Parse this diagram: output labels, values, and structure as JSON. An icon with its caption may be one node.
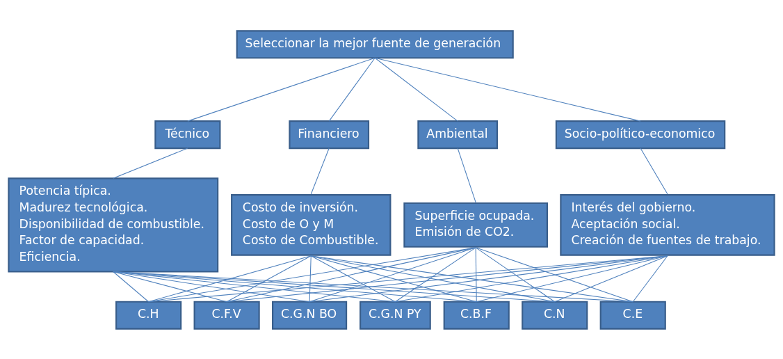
{
  "diagram": {
    "nodes": [
      {
        "text": [
          "Seleccionar la mejor fuente de generación"
        ]
      },
      {
        "text": [
          "Técnico"
        ]
      },
      {
        "text": [
          "Financiero"
        ]
      },
      {
        "text": [
          "Ambiental"
        ]
      },
      {
        "text": [
          "Socio-político-economico"
        ]
      },
      {
        "text": [
          "Potencia típica.",
          "Madurez tecnológica.",
          "Disponibilidad de combustible.",
          "Factor de capacidad.",
          "Eficiencia."
        ]
      },
      {
        "text": [
          "Costo de inversión.",
          "Costo de O y M",
          "Costo de Combustible."
        ]
      },
      {
        "text": [
          "Superficie ocupada.",
          "Emisión de CO2."
        ]
      },
      {
        "text": [
          "Interés del gobierno.",
          "Aceptación social.",
          "Creación de fuentes de trabajo."
        ]
      },
      {
        "text": [
          "C.H"
        ]
      },
      {
        "text": [
          "C.F.V"
        ]
      },
      {
        "text": [
          "C.G.N BO"
        ]
      },
      {
        "text": [
          "C.G.N PY"
        ]
      },
      {
        "text": [
          "C.B.F"
        ]
      },
      {
        "text": [
          "C.N"
        ]
      },
      {
        "text": [
          "C.E"
        ]
      }
    ],
    "edges": [
      {
        "from": 0,
        "to": 1,
        "arrow": "none"
      },
      {
        "from": 0,
        "to": 2,
        "arrow": "none"
      },
      {
        "from": 0,
        "to": 3,
        "arrow": "none"
      },
      {
        "from": 0,
        "to": 4,
        "arrow": "none"
      },
      {
        "from": 1,
        "to": 5,
        "arrow": "none"
      },
      {
        "from": 2,
        "to": 6,
        "arrow": "none"
      },
      {
        "from": 3,
        "to": 7,
        "arrow": "none"
      },
      {
        "from": 4,
        "to": 8,
        "arrow": "none"
      },
      {
        "from": 5,
        "to": 9,
        "arrow": "none"
      },
      {
        "from": 5,
        "to": 10,
        "arrow": "none"
      },
      {
        "from": 5,
        "to": 11,
        "arrow": "none"
      },
      {
        "from": 5,
        "to": 12,
        "arrow": "none"
      },
      {
        "from": 5,
        "to": 13,
        "arrow": "none"
      },
      {
        "from": 5,
        "to": 14,
        "arrow": "none"
      },
      {
        "from": 5,
        "to": 15,
        "arrow": "none"
      },
      {
        "from": 6,
        "to": 9,
        "arrow": "none"
      },
      {
        "from": 6,
        "to": 10,
        "arrow": "none"
      },
      {
        "from": 6,
        "to": 11,
        "arrow": "none"
      },
      {
        "from": 6,
        "to": 12,
        "arrow": "none"
      },
      {
        "from": 6,
        "to": 13,
        "arrow": "none"
      },
      {
        "from": 6,
        "to": 14,
        "arrow": "none"
      },
      {
        "from": 6,
        "to": 15,
        "arrow": "none"
      },
      {
        "from": 7,
        "to": 9,
        "arrow": "none"
      },
      {
        "from": 7,
        "to": 10,
        "arrow": "none"
      },
      {
        "from": 7,
        "to": 11,
        "arrow": "none"
      },
      {
        "from": 7,
        "to": 12,
        "arrow": "none"
      },
      {
        "from": 7,
        "to": 13,
        "arrow": "none"
      },
      {
        "from": 7,
        "to": 14,
        "arrow": "none"
      },
      {
        "from": 7,
        "to": 15,
        "arrow": "none"
      },
      {
        "from": 8,
        "to": 9,
        "arrow": "none"
      },
      {
        "from": 8,
        "to": 10,
        "arrow": "none"
      },
      {
        "from": 8,
        "to": 11,
        "arrow": "none"
      },
      {
        "from": 8,
        "to": 12,
        "arrow": "none"
      },
      {
        "from": 8,
        "to": 13,
        "arrow": "none"
      },
      {
        "from": 8,
        "to": 14,
        "arrow": "none"
      },
      {
        "from": 8,
        "to": 15,
        "arrow": "none"
      }
    ]
  }
}
